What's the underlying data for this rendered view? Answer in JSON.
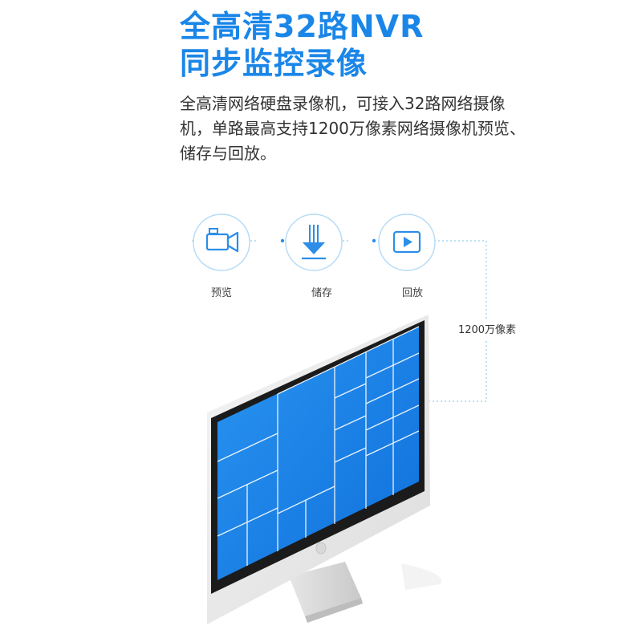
{
  "headline": {
    "line1": "全高清32路NVR",
    "line2": "同步监控录像"
  },
  "description": {
    "lines": [
      "全高清网络硬盘录像机，可接入32路网络摄像",
      "机，单路最高支持1200万像素网络摄像机预览、",
      "储存与回放。"
    ]
  },
  "features": [
    {
      "label": "预览",
      "icon": "camera-icon"
    },
    {
      "label": "储存",
      "icon": "download-storage-icon"
    },
    {
      "label": "回放",
      "icon": "play-icon"
    }
  ],
  "resolution": {
    "label": "1200万像素"
  },
  "colors": {
    "accent": "#1a86e8",
    "icon_blue": "#2c8ee8",
    "screen_blue": "#1d7fe6",
    "dotted_line": "#8ecff0"
  }
}
